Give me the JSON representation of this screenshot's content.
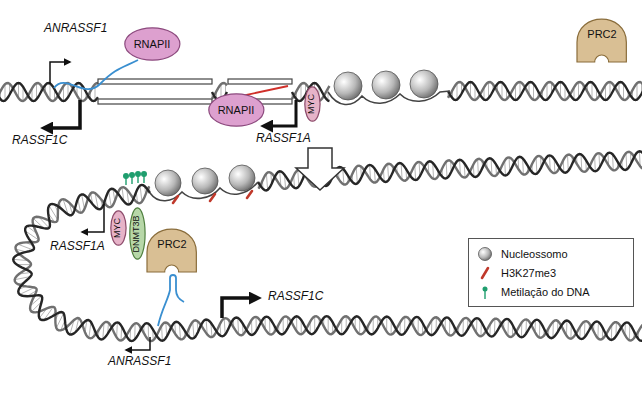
{
  "diagram": {
    "nodes": [
      {
        "text": [
          "RNAPII"
        ]
      },
      {
        "text": [
          "PRC2"
        ]
      },
      {
        "text": [
          "RNAPII"
        ]
      },
      {
        "text": [
          "MYC"
        ]
      },
      {
        "text": [
          "MYC"
        ]
      },
      {
        "text": [
          "DNMT3B"
        ]
      },
      {
        "text": [
          "PRC2"
        ]
      }
    ],
    "labels": [
      "ANRASSF1",
      "RASSF1C",
      "RASSF1A",
      "RASSF1A",
      "RASSF1C",
      "ANRASSF1"
    ],
    "legend": [
      {
        "text": "Nucleossomo"
      },
      {
        "text": "H3K27me3"
      },
      {
        "text": "Metilação do DNA"
      }
    ]
  }
}
